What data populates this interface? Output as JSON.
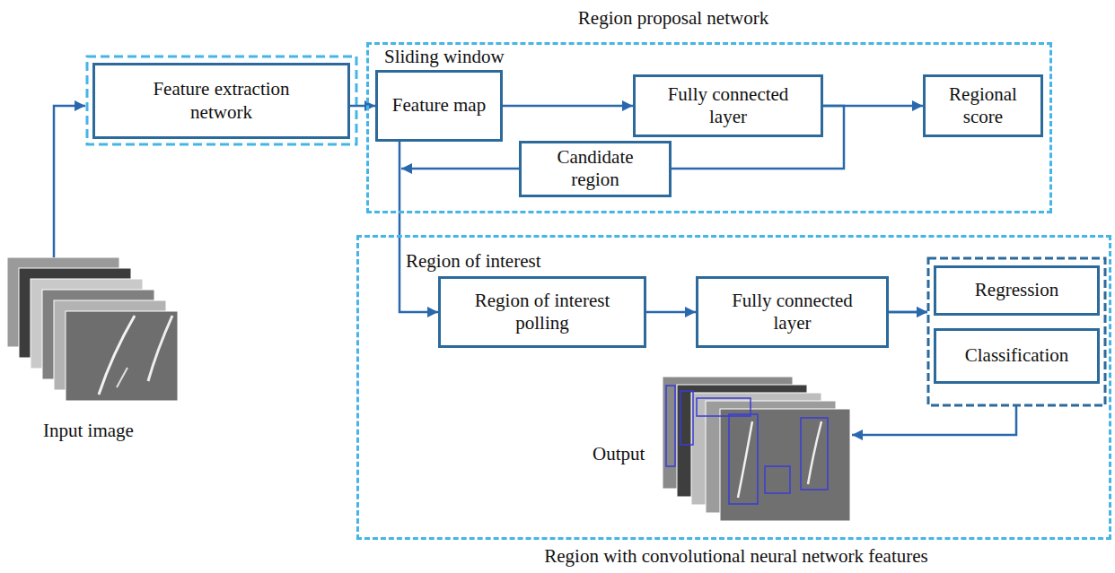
{
  "diagram": {
    "nodes": [
      {
        "text": [
          "Feature extraction network"
        ]
      },
      {
        "text": [
          "Region proposal network"
        ]
      },
      {
        "text": [
          "Feature map"
        ],
        "in": 1
      },
      {
        "text": [
          "Fully connected layer"
        ],
        "in": 1
      },
      {
        "text": [
          "Regional score"
        ],
        "in": 1
      },
      {
        "text": [
          "Candidate region"
        ],
        "in": 1
      },
      {
        "text": [
          "Region with convolutional neural network features"
        ]
      },
      {
        "text": [
          "Region of interest polling"
        ],
        "in": 6
      },
      {
        "text": [
          "Fully connected layer"
        ],
        "in": 6
      },
      {
        "text": [
          "Regression"
        ],
        "in": 6
      },
      {
        "text": [
          "Classification"
        ],
        "in": 6
      }
    ],
    "edges": [
      {
        "from": 0,
        "to": 2,
        "arrow": "to"
      },
      {
        "from": 2,
        "to": 3,
        "arrow": "to"
      },
      {
        "from": 3,
        "to": 4,
        "arrow": "to"
      },
      {
        "from": 3,
        "to": 5,
        "arrow": "none"
      },
      {
        "from": 5,
        "to": 2,
        "arrow": "to"
      },
      {
        "from": 2,
        "to": 7,
        "arrow": "to"
      },
      {
        "from": 7,
        "to": 8,
        "arrow": "to"
      },
      {
        "from": 8,
        "to": 9,
        "arrow": "to"
      },
      {
        "from": 8,
        "to": 10,
        "arrow": "to"
      }
    ],
    "labels": [
      "Sliding window",
      "Region of interest",
      "Input image",
      "Output"
    ]
  }
}
